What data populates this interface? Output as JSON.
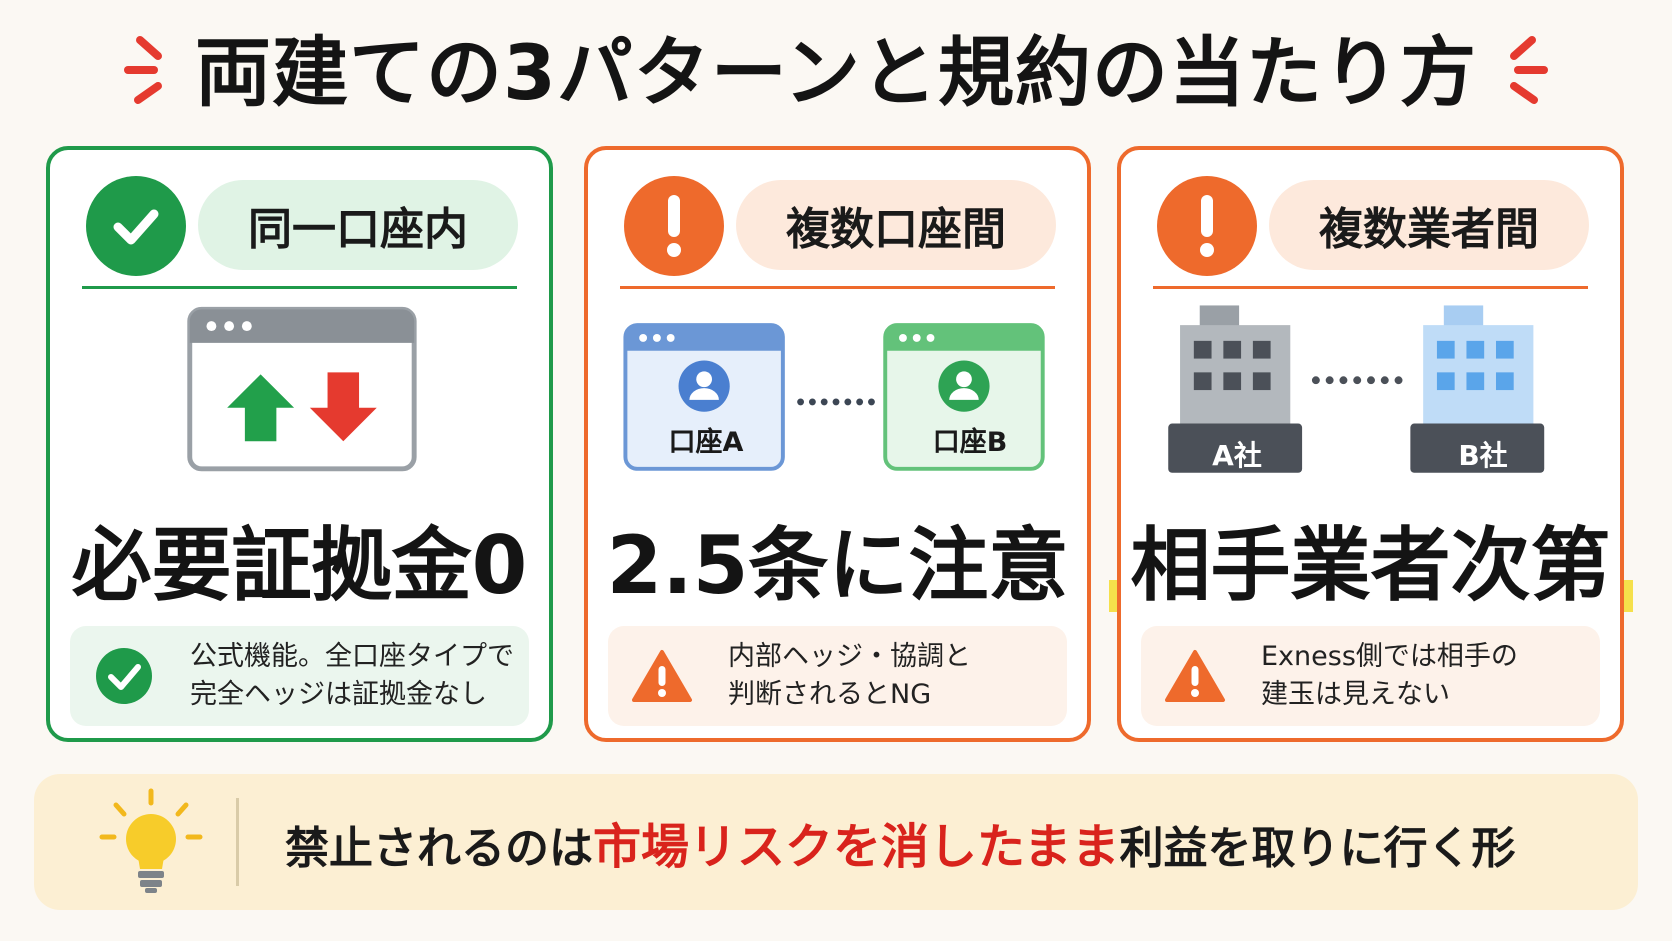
{
  "title": "両建ての3パターンと規約の当たり方",
  "colors": {
    "green": "#1f9a4a",
    "orange": "#ee6a2c",
    "highlight": "#f5e04b",
    "red_text": "#d9231c",
    "alert_red": "#e53a2f"
  },
  "cards": [
    {
      "status": "ok",
      "status_icon": "check-circle-icon",
      "header": "同一口座内",
      "illustration": "trading-window-up-down-arrows",
      "headline": "必要証拠金0",
      "note_icon": "check-icon",
      "note_lines": [
        "公式機能。全口座タイプで",
        "完全ヘッジは証拠金なし"
      ]
    },
    {
      "status": "warning",
      "status_icon": "exclamation-circle-icon",
      "header": "複数口座間",
      "illustration": "two-account-windows-linked",
      "account_a": "口座A",
      "account_b": "口座B",
      "headline": "2.5条に注意",
      "note_icon": "warning-triangle-icon",
      "note_lines": [
        "内部ヘッジ・協調と",
        "判断されるとNG"
      ]
    },
    {
      "status": "warning",
      "status_icon": "exclamation-circle-icon",
      "header": "複数業者間",
      "illustration": "two-company-buildings-linked",
      "company_a": "A社",
      "company_b": "B社",
      "headline": "相手業者次第",
      "note_icon": "warning-triangle-icon",
      "note_lines": [
        "Exness側では相手の",
        "建玉は見えない"
      ]
    }
  ],
  "bottom": {
    "icon": "lightbulb-icon",
    "prefix": "禁止されるのは",
    "highlight": "市場リスクを消したまま",
    "suffix": "利益を取りに行く形"
  }
}
